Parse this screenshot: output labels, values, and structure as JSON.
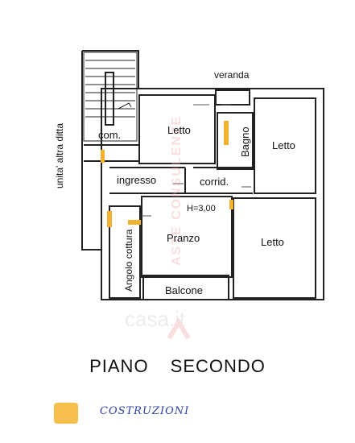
{
  "rooms": {
    "veranda": "veranda",
    "letto_1": "Letto",
    "bagno": "Bagno",
    "letto_2": "Letto",
    "com": "com.",
    "ingresso": "ingresso",
    "corrid": "corrid.",
    "height": "H=3,00",
    "pranzo": "Pranzo",
    "letto_3": "Letto",
    "angolo_cottura": "Angolo cottura",
    "balcone": "Balcone",
    "side_note": "unita' altra ditta"
  },
  "title": "PIANO SECONDO",
  "legend": {
    "label": "COSTRUZIONI",
    "color": "#f5b73a"
  },
  "colors": {
    "wall": "#222222",
    "highlight": "#f2b230",
    "watermark": "#e9a6a6"
  }
}
